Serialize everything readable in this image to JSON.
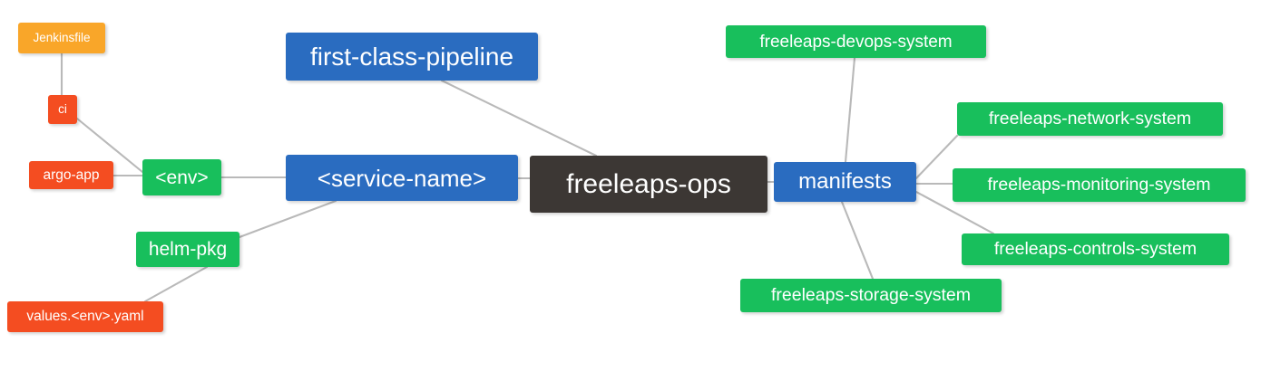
{
  "diagram": {
    "type": "mindmap",
    "title": "freeleaps-ops",
    "background": "#ffffff",
    "edge_color": "#b9b9b9",
    "palette": {
      "root_dark": "#3c3734",
      "blue": "#2a6cc0",
      "green": "#18bf5c",
      "red": "#f44d21",
      "orange": "#f9a629",
      "text": "#ffffff"
    }
  },
  "nodes": [
    {
      "id": "jenkinsfile",
      "label": "Jenkinsfile",
      "color": "orange"
    },
    {
      "id": "ci",
      "label": "ci",
      "color": "red"
    },
    {
      "id": "argo-app",
      "label": "argo-app",
      "color": "red"
    },
    {
      "id": "env",
      "label": "<env>",
      "color": "green"
    },
    {
      "id": "helm-pkg",
      "label": "helm-pkg",
      "color": "green"
    },
    {
      "id": "values-yaml",
      "label": "values.<env>.yaml",
      "color": "red"
    },
    {
      "id": "first-class",
      "label": "first-class-pipeline",
      "color": "blue"
    },
    {
      "id": "service-name",
      "label": "<service-name>",
      "color": "blue"
    },
    {
      "id": "freeleaps-ops",
      "label": "freeleaps-ops",
      "color": "dark"
    },
    {
      "id": "manifests",
      "label": "manifests",
      "color": "blue"
    },
    {
      "id": "devops-system",
      "label": "freeleaps-devops-system",
      "color": "green"
    },
    {
      "id": "network-system",
      "label": "freeleaps-network-system",
      "color": "green"
    },
    {
      "id": "monitoring-system",
      "label": "freeleaps-monitoring-system",
      "color": "green"
    },
    {
      "id": "controls-system",
      "label": "freeleaps-controls-system",
      "color": "green"
    },
    {
      "id": "storage-system",
      "label": "freeleaps-storage-system",
      "color": "green"
    }
  ],
  "edges": [
    {
      "from": "jenkinsfile",
      "to": "ci"
    },
    {
      "from": "ci",
      "to": "env"
    },
    {
      "from": "argo-app",
      "to": "env"
    },
    {
      "from": "env",
      "to": "service-name"
    },
    {
      "from": "helm-pkg",
      "to": "service-name"
    },
    {
      "from": "values-yaml",
      "to": "helm-pkg"
    },
    {
      "from": "first-class",
      "to": "freeleaps-ops"
    },
    {
      "from": "service-name",
      "to": "freeleaps-ops"
    },
    {
      "from": "freeleaps-ops",
      "to": "manifests"
    },
    {
      "from": "manifests",
      "to": "devops-system"
    },
    {
      "from": "manifests",
      "to": "network-system"
    },
    {
      "from": "manifests",
      "to": "monitoring-system"
    },
    {
      "from": "manifests",
      "to": "controls-system"
    },
    {
      "from": "manifests",
      "to": "storage-system"
    }
  ]
}
